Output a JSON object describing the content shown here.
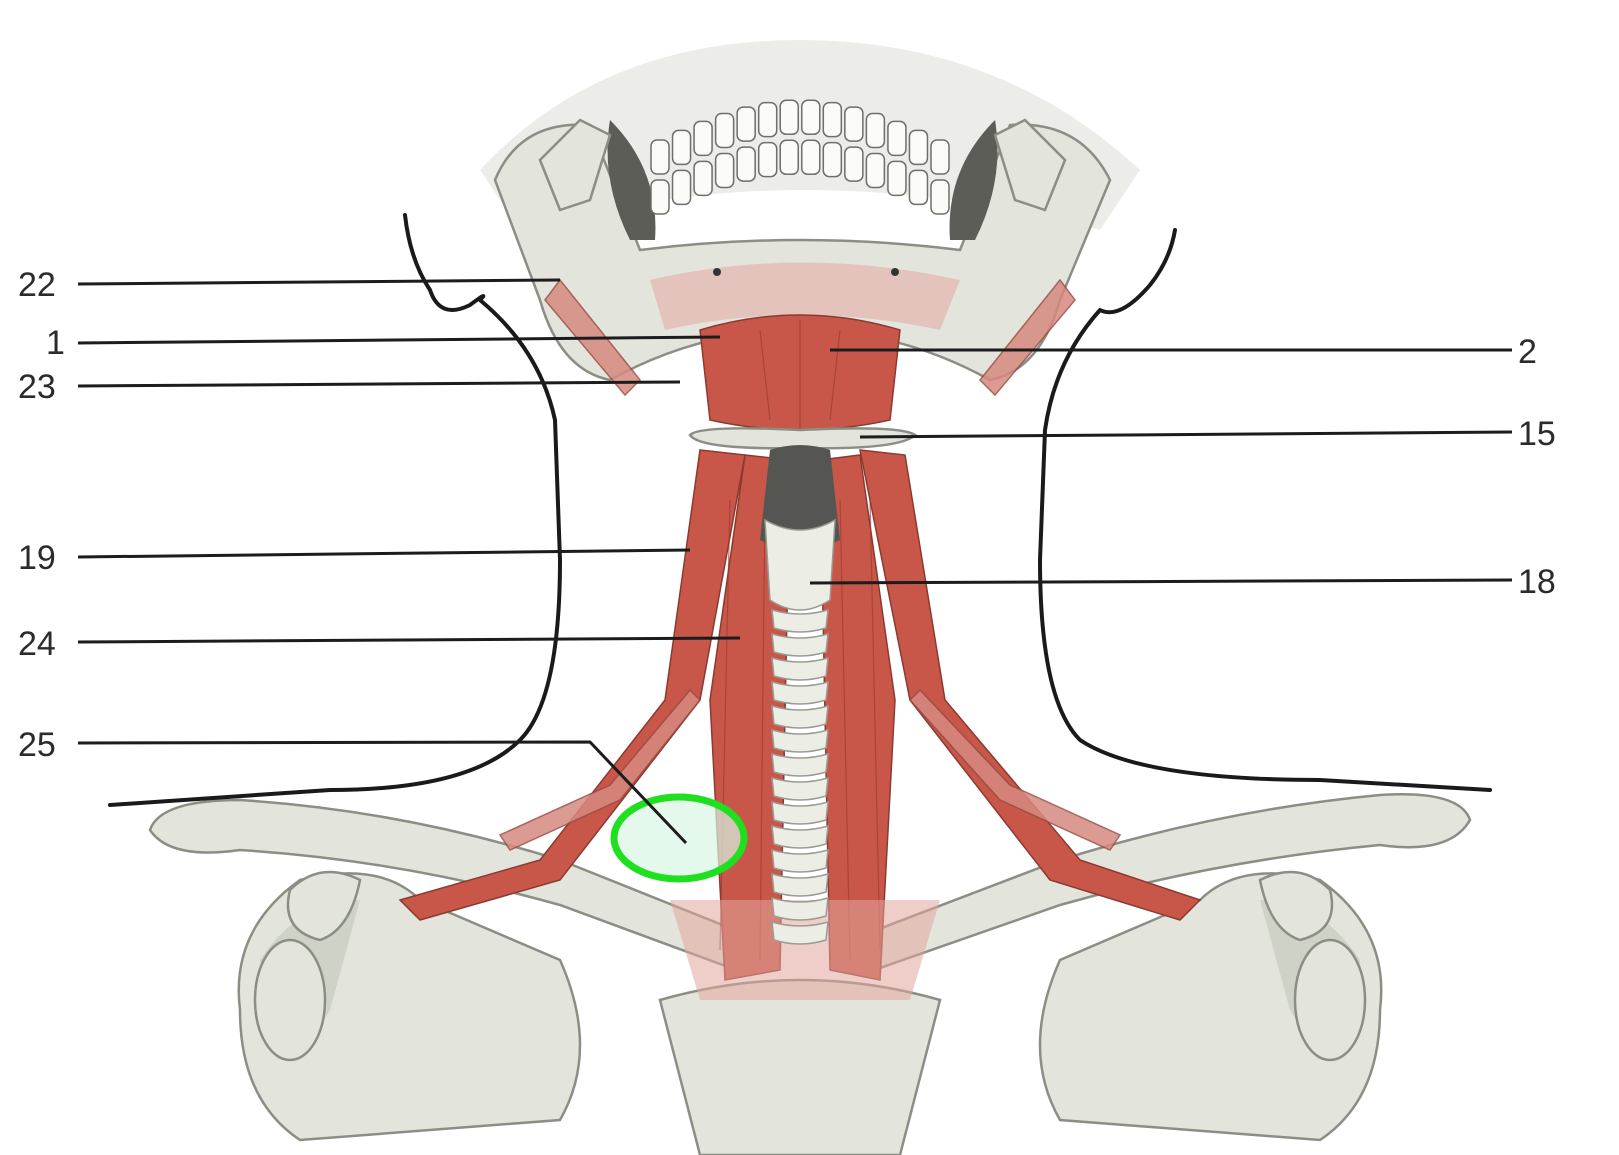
{
  "diagram": {
    "labels_left": [
      {
        "id": "l22",
        "text": "22"
      },
      {
        "id": "l1",
        "text": "1"
      },
      {
        "id": "l23",
        "text": "23"
      },
      {
        "id": "l19",
        "text": "19"
      },
      {
        "id": "l24",
        "text": "24"
      },
      {
        "id": "l25",
        "text": "25"
      }
    ],
    "labels_right": [
      {
        "id": "l2",
        "text": "2"
      },
      {
        "id": "l15",
        "text": "15"
      },
      {
        "id": "l18",
        "text": "18"
      }
    ],
    "highlight": {
      "color": "#1ee01e",
      "fill": "#d8f5e4"
    },
    "colors": {
      "muscle": "#c8574a",
      "bone": "#e3e5dc",
      "line": "#1c1c1c"
    }
  }
}
